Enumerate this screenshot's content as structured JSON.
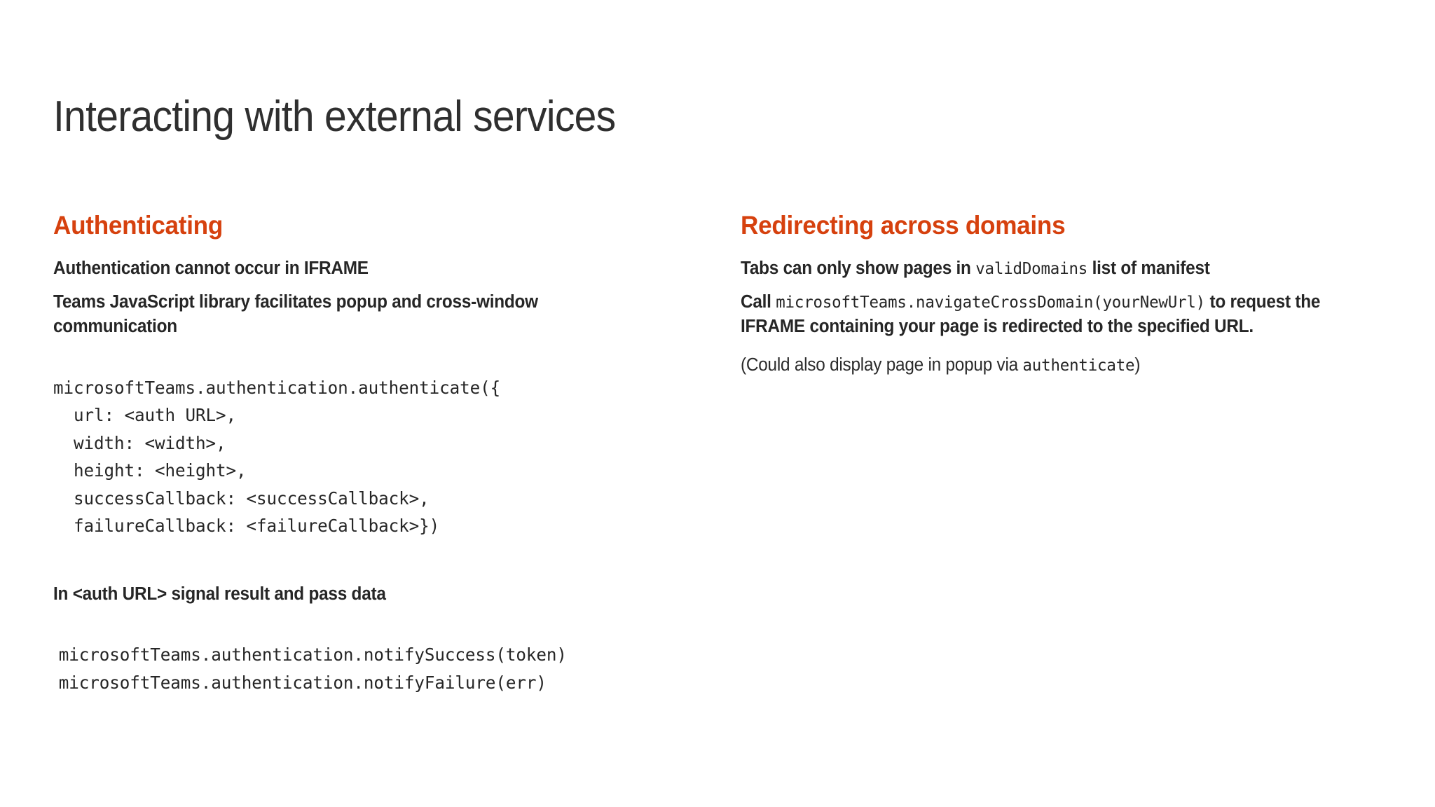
{
  "slide": {
    "title": "Interacting with external services",
    "accent_color": "#d6410e",
    "text_color": "#262626",
    "background_color": "#ffffff"
  },
  "left_column": {
    "heading": "Authenticating",
    "paragraph_1": "Authentication cannot occur in IFRAME",
    "paragraph_2": "Teams JavaScript library facilitates popup and cross-window communication",
    "code_1": "microsoftTeams.authentication.authenticate({\n  url: <auth URL>,\n  width: <width>,\n  height: <height>,\n  successCallback: <successCallback>,\n  failureCallback: <failureCallback>})",
    "paragraph_3": "In <auth URL> signal result and pass data",
    "code_2": "microsoftTeams.authentication.notifySuccess(token)\nmicrosoftTeams.authentication.notifyFailure(err)"
  },
  "right_column": {
    "heading": "Redirecting across domains",
    "paragraph_1_before": "Tabs can only show pages in ",
    "paragraph_1_code": "validDomains",
    "paragraph_1_after": " list of manifest",
    "paragraph_2_before": "Call ",
    "paragraph_2_code": "microsoftTeams.navigateCrossDomain(yourNewUrl)",
    "paragraph_2_after": " to request the IFRAME containing your page is redirected to the specified URL.",
    "paragraph_3_before": "(Could also display page in popup via ",
    "paragraph_3_code": "authenticate",
    "paragraph_3_after": ")"
  }
}
